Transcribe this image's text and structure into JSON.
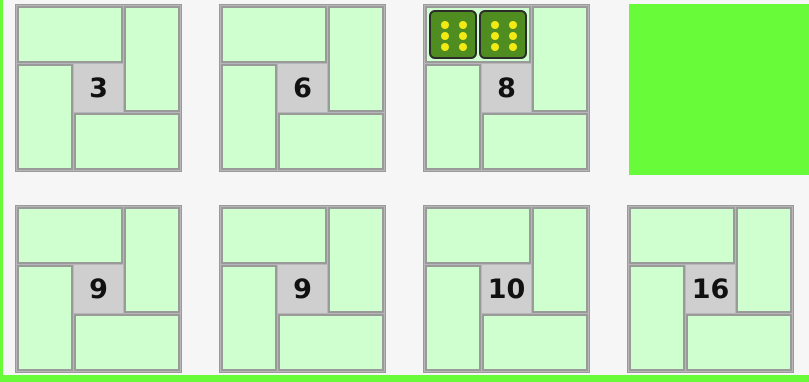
{
  "tiles": [
    {
      "value": "3"
    },
    {
      "value": "6"
    },
    {
      "value": "8",
      "dice": [
        6,
        6
      ]
    },
    {
      "value": "",
      "highlighted": true
    },
    {
      "value": "9"
    },
    {
      "value": "9"
    },
    {
      "value": "10"
    },
    {
      "value": "16"
    }
  ],
  "colors": {
    "highlight": "#68fb3a",
    "piece_fill": "#cfffcf",
    "center_fill": "#cfcfcf",
    "die_fill": "#4f8d21",
    "die_pip": "#f2ea14"
  },
  "icons": [
    "die-six-icon"
  ]
}
